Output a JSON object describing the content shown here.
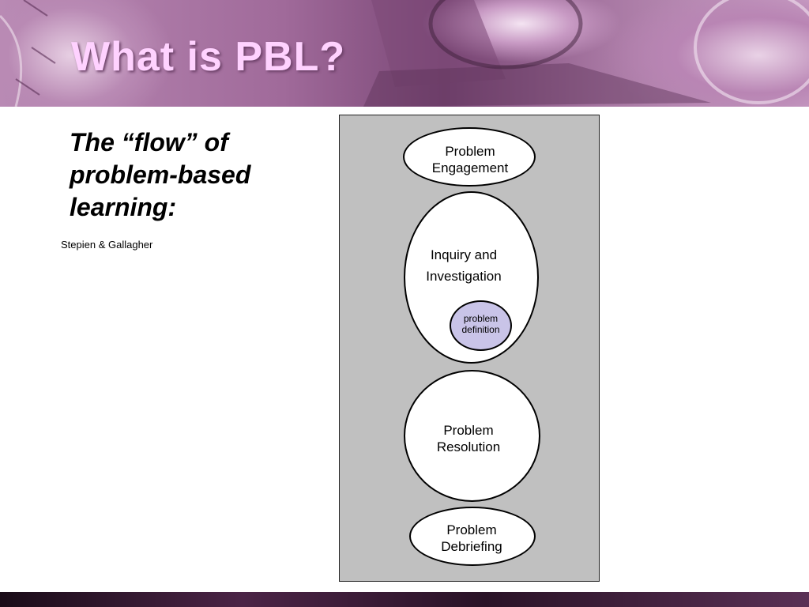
{
  "slide": {
    "title": "What is PBL?",
    "heading": "The “flow” of problem-based learning:",
    "source": "Stepien & Gallagher"
  },
  "diagram": {
    "nodes": [
      {
        "id": "problem-engagement",
        "label_lines": [
          "Problem",
          "Engagement"
        ]
      },
      {
        "id": "inquiry-and-investigation",
        "label_lines": [
          "Inquiry and",
          "Investigation"
        ]
      },
      {
        "id": "problem-definition",
        "label_lines": [
          "problem",
          "definition"
        ],
        "fill": "#c9c4e8"
      },
      {
        "id": "problem-resolution",
        "label_lines": [
          "Problem",
          "Resolution"
        ]
      },
      {
        "id": "problem-debriefing",
        "label_lines": [
          "Problem",
          "Debriefing"
        ]
      }
    ]
  },
  "colors": {
    "title": "#ffd2ff",
    "panel": "#c0c0c0",
    "highlight_node": "#c9c4e8"
  }
}
